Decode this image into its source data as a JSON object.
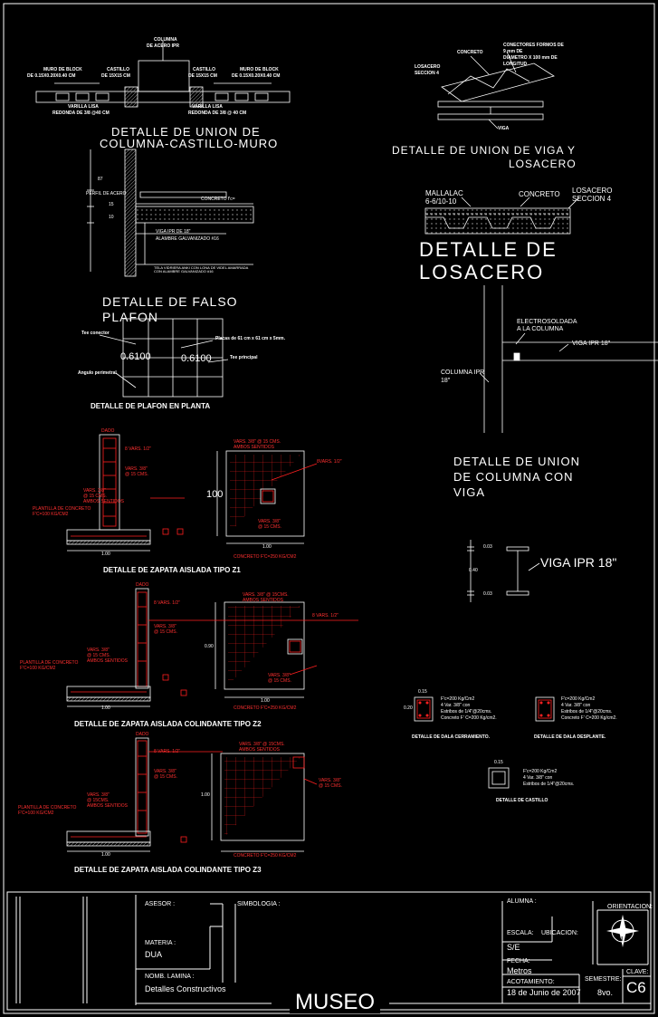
{
  "colors": {
    "background": "#000000",
    "line": "#ffffff",
    "rebar": "#ff2020",
    "hatch": "#9a9a9a"
  },
  "union_columna": {
    "col_label_1": "COLUMNA",
    "col_label_2": "DE ACERO IPR",
    "muro_left_1": "MURO DE BLOCK",
    "muro_left_2": "DE 0.15X0.20X0.40 CM",
    "castillo_left_1": "CASTILLO",
    "castillo_left_2": "DE 15X15 CM",
    "castillo_right_1": "CASTILLO",
    "castillo_right_2": "DE 15X15 CM",
    "muro_right_1": "MURO DE BLOCK",
    "muro_right_2": "DE 0.15X0.20X0.40 CM",
    "varilla_left_1": "VARILLA LISA",
    "varilla_left_2": "REDONDA DE 3/8 @40 CM",
    "varilla_right_1": "VARILLA LISA",
    "varilla_right_2": "REDONDA DE 3/8 @ 40 CM",
    "title_1": "DETALLE DE UNION DE",
    "title_2": "COLUMNA-CASTILLO-MURO"
  },
  "viga_losacero": {
    "concreto": "CONCRETO",
    "conectores_1": "CONECTORES FORMOS DE",
    "conectores_2": "9 mm DE",
    "conectores_3": "DIAMETRO X 100 mm DE",
    "conectores_4": "LONGITUD",
    "losacero_1": "LOSACERO",
    "losacero_2": "SECCION 4",
    "viga": "VIGA",
    "title_1": "DETALLE DE UNION DE VIGA Y",
    "title_2": "LOSACERO"
  },
  "losacero": {
    "mallalac_1": "MALLALAC",
    "mallalac_2": "6-6/10-10",
    "concreto": "CONCRETO",
    "losacero_1": "LOSACERO",
    "losacero_2": "SECCION 4",
    "title_1": "DETALLE DE",
    "title_2": "LOSACERO"
  },
  "falso_plafon": {
    "perfil": "PERFIL DE ACERO",
    "dim_1": "87",
    "dim_2": "15",
    "dim_3": "10",
    "concreto": "CONCRETO f'c=",
    "viga": "VIGA IPR DE 18\"",
    "alambre": "ALAMBRE GALVANIZADO #16",
    "tela": "TELA VIDRIERA ANKI CON LONA DE VIDEL AMARRADA CON ALAMBRE GALVANIZADO #16",
    "title_1": "DETALLE DE FALSO",
    "title_2": "PLAFON"
  },
  "plafon_planta": {
    "tee_conector": "Tee conector",
    "placas": "Placas de 61 cm x 61 cm x 5mm.",
    "tee_principal": "Tee principal",
    "angulo": "Angulo perimetral",
    "dim_a": "0.6100",
    "dim_b": "0.6100",
    "title": "DETALLE DE PLAFON EN PLANTA"
  },
  "union_columna_viga": {
    "electro_1": "ELECTROSOLDADA",
    "electro_2": "A LA COLUMNA",
    "viga": "VIGA IPR 18\"",
    "columna_1": "COLUMNA IPR",
    "columna_2": "18\"",
    "title_1": "DETALLE DE UNION",
    "title_2": "DE COLUMNA CON",
    "title_3": "VIGA"
  },
  "viga_ipr": {
    "dim_top": "0.03",
    "dim_mid": "0.40",
    "dim_bot": "0.03",
    "label": "VIGA IPR 18\""
  },
  "zapata_z1": {
    "dado": "DADO",
    "v1": "8 VARS. 1/2\"",
    "v2a": "VARS. 3/8\"",
    "v2b": "@ 15 CMS.",
    "v3a": "VARS. 3/8\"",
    "v3b": "@ 15 CMS.",
    "v3c": "AMBOS SENTIDOS",
    "plantilla_1": "PLANTILLA DE CONCRETO",
    "plantilla_2": "F'C=100 KG/CM2",
    "plan_v1a": "VARS. 3/8\" @ 15 CMS.",
    "plan_v1b": "AMBOS SENTIDOS",
    "plan_v2": "8VARS. 1/2\"",
    "plan_v3a": "VARS. 3/8\"",
    "plan_v3b": "@ 15 CMS.",
    "dim_100_side": "100",
    "dim_100_plan": "1.00",
    "dim_100_sec": "1.00",
    "concreto": "CONCRETO F'C=250 KG/CM2",
    "title": "DETALLE DE ZAPATA AISLADA TIPO Z1"
  },
  "zapata_z2": {
    "dado": "DADO",
    "v1": "8 VARS. 1/2\"",
    "v2a": "VARS. 3/8\"",
    "v2b": "@ 15 CMS.",
    "v3a": "VARS. 3/8\"",
    "v3b": "@ 15 CMS.",
    "v3c": "AMBOS SENTIDOS",
    "plantilla_1": "PLANTILLA DE CONCRETO",
    "plantilla_2": "F'C=100 KG/CM2",
    "plan_v1a": "VARS. 3/8\" @ 15CMS.",
    "plan_v1b": "AMBOS SENTIDOS",
    "plan_v2": "8 VARS. 1/2\"",
    "plan_v3a": "VARS. 3/8\"",
    "plan_v3b": "@ 15 CMS.",
    "dim_side": "0.90",
    "dim_plan": "1.00",
    "dim_sec": "1.00",
    "concreto": "CONCRETO F'C=250 KG/CM2",
    "title": "DETALLE DE ZAPATA AISLADA COLINDANTE TIPO Z2"
  },
  "zapata_z3": {
    "dado": "DADO",
    "v1": "8 VARS. 1/2\"",
    "v2a": "VARS. 3/8\"",
    "v2b": "@ 15 CMS.",
    "v3a": "VARS. 3/8\"",
    "v3b": "@ 15CMS.",
    "v3c": "AMBOS SENTIDOS",
    "plantilla_1": "PLANTILLA DE CONCRETO",
    "plantilla_2": "F'C=100 KG/CM2",
    "plan_v1a": "VARS. 3/8\" @ 15CMS.",
    "plan_v1b": "AMBOS SENTIDOS",
    "plan_v3a": "VARS. 3/8\"",
    "plan_v3b": "@ 15 CMS.",
    "dim_side": "1.00",
    "dim_sec": "1.00",
    "concreto": "CONCRETO F'C=250 KG/CM2",
    "title": "DETALLE DE ZAPATA AISLADA COLINDANTE TIPO Z3"
  },
  "dalas": {
    "cerramiento_title": "DETALLE DE DALA CERRAMIENTO.",
    "cerr_1": "F'c=200 Kg/Cm2",
    "cerr_2": "4 Var. 3/8\" con",
    "cerr_3": "Estribos de 1/4\"@20cms.",
    "cerr_4": "Concreto F' C=200 Kg/cm2.",
    "desplante_title": "DETALLE DE DALA DESPLANTE.",
    "desp_1": "F'c=200 Kg/Cm2",
    "desp_2": "4 Var. 3/8\" con",
    "desp_3": "Estribos de 1/4\"@20cms.",
    "desp_4": "Concreto F' C=200 Kg/cm2.",
    "castillo_title": "DETALLE DE CASTILLO",
    "cast_1": "F'c=200 Kg/Cm2",
    "cast_2": "4 Var. 3/8\" con",
    "cast_3": "Estribos de 1/4\"@20cms.",
    "dim_w": "0.15",
    "dim_h": "0.20",
    "dim_c": "0.15"
  },
  "title_block": {
    "asesor": "ASESOR :",
    "simbologia": "SIMBOLOGIA :",
    "alumna": "ALUMNA :",
    "orientacion": "ORIENTACION:",
    "materia": "MATERIA :",
    "materia_val": "DUA",
    "escala": "ESCALA:",
    "escala_val": "S/E",
    "ubicacion": "UBICACION:",
    "fecha": "FECHA:",
    "fecha_val": "Metros",
    "nombre_lamina": "NOMB. LAMINA :",
    "nombre_lamina_val": "Detalles Constructivos",
    "acotamiento": "ACOTAMIENTO:",
    "acot_val": "18 de Junio de 2007",
    "semestre": "SEMESTRE:",
    "semestre_val": "8vo.",
    "clave": "CLAVE:",
    "clave_val": "C6",
    "north": "N",
    "project": "MUSEO"
  }
}
